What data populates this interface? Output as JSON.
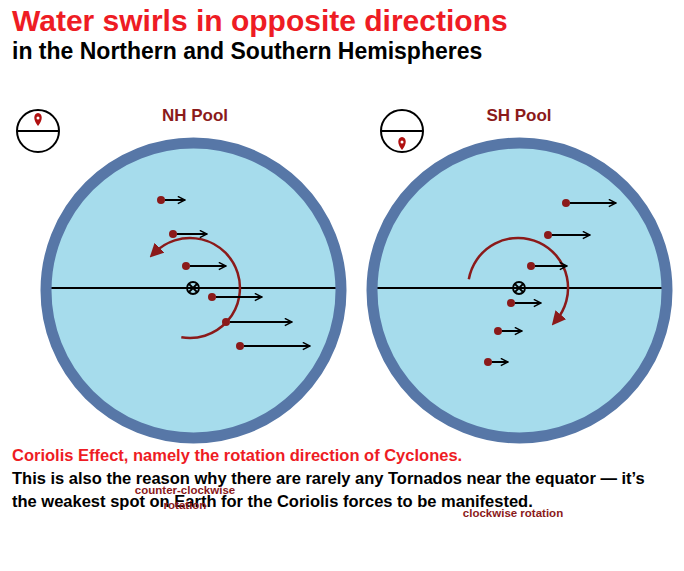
{
  "diagram": {
    "title": "Water swirls in opposite directions",
    "caption": "Coriolis Effect, namely the rotation direction of Cyclones.",
    "nodes": [
      {
        "text": [
          "NH Pool",
          "counter-clockwise rotation"
        ]
      },
      {
        "text": [
          "SH Pool",
          "clockwise rotation"
        ]
      }
    ],
    "labels": [
      "in the Northern and Southern Hemispheres",
      "This is also the reason why there are rarely any Tornados near the equator — it’s the weakest spot on Earth for the Coriolis forces to be manifested."
    ]
  }
}
